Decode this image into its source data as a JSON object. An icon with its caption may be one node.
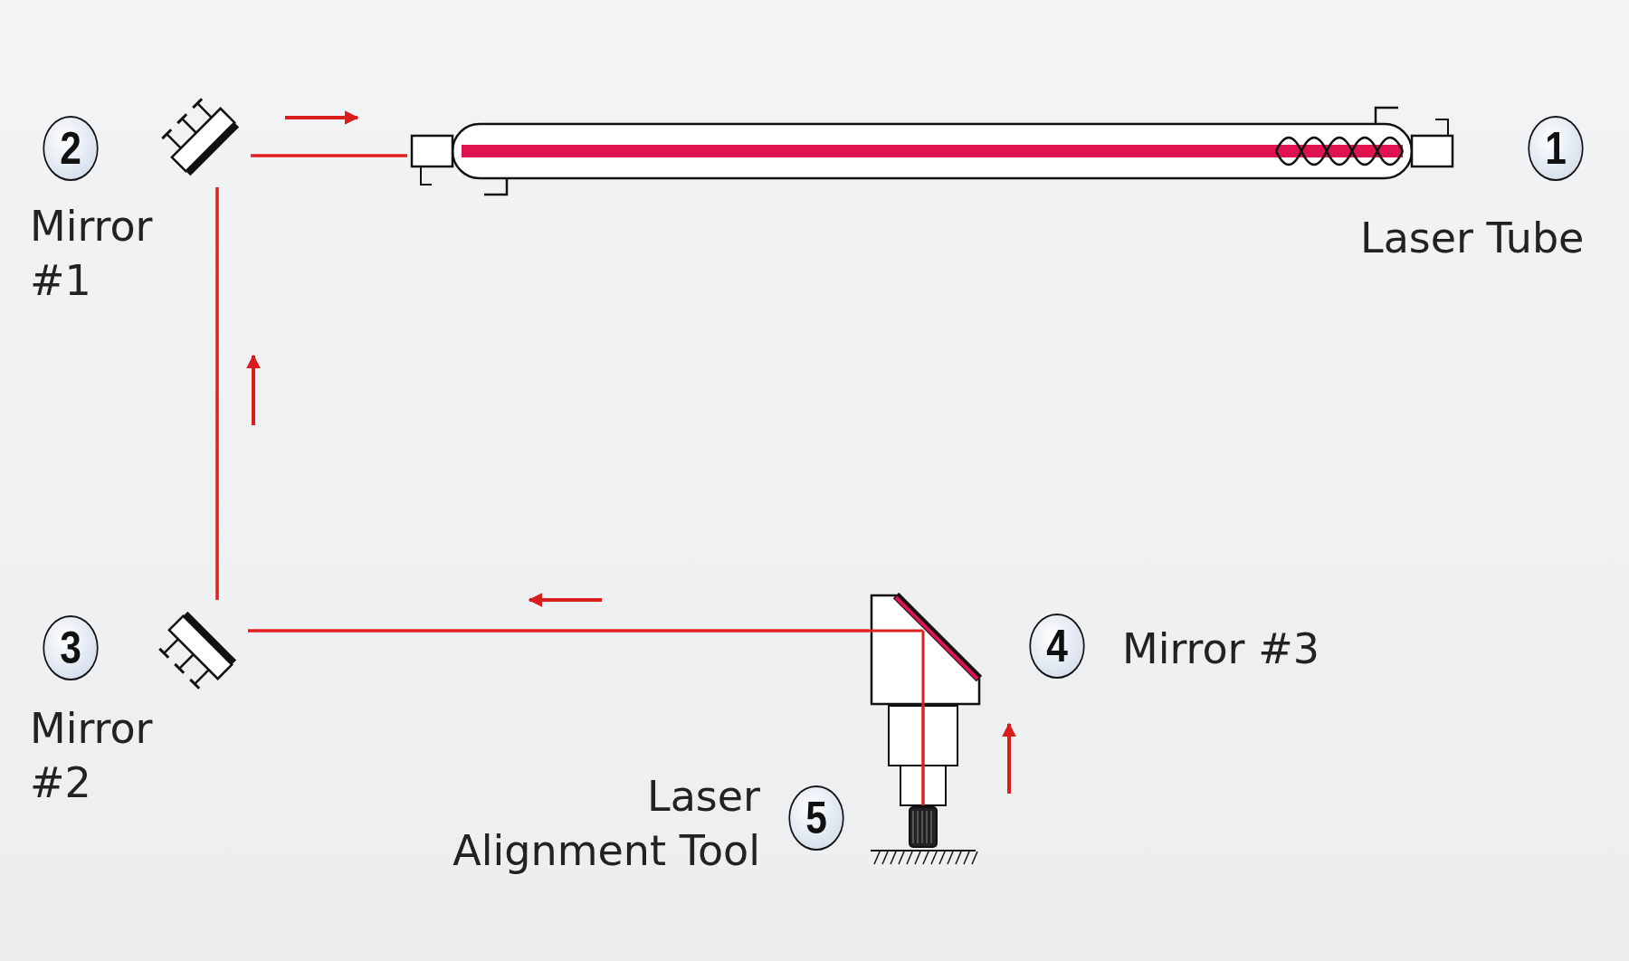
{
  "diagram": {
    "nodes": [
      {
        "text": [],
        "shape": "picture",
        "beside": [
          "1",
          "Laser Tube"
        ]
      },
      {
        "text": [],
        "shape": "picture",
        "beside": [
          "2",
          "Mirror #1"
        ]
      },
      {
        "text": [],
        "shape": "picture",
        "beside": [
          "3",
          "Mirror #2"
        ]
      },
      {
        "text": [],
        "shape": "picture",
        "beside": [
          "4",
          "Mirror #3"
        ]
      },
      {
        "text": [],
        "shape": "picture",
        "beside": [
          "5",
          "Laser Alignment Tool"
        ]
      }
    ],
    "edges": [
      {
        "from": 4,
        "to": 3,
        "arrow": "none"
      },
      {
        "from": 3,
        "to": 2,
        "arrow": "none"
      },
      {
        "from": 2,
        "to": 1,
        "arrow": "none"
      },
      {
        "from": 1,
        "to": 0,
        "arrow": "none"
      }
    ]
  }
}
